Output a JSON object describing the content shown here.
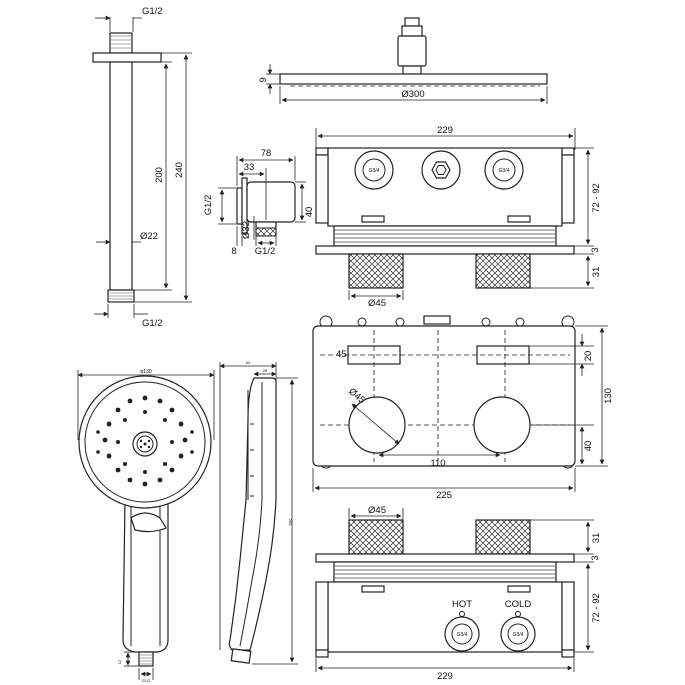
{
  "shower_arm": {
    "thread_top": "G1/2",
    "length_total": "240",
    "length_pipe": "200",
    "diameter": "Ø22",
    "thread_bottom": "G1/2"
  },
  "rain_head": {
    "thickness": "9",
    "diameter": "Ø300"
  },
  "wall_outlet": {
    "width_total": "78",
    "width_inner": "33",
    "thread_left": "G1/2",
    "height": "40",
    "diameter": "Ø32",
    "offset": "8",
    "thread_bottom": "G1/2"
  },
  "valve_top_view": {
    "width": "229",
    "depth": "72 - 92",
    "plate": "3",
    "knob_depth": "31",
    "knob_diameter": "Ø45",
    "port_left": "G3/4",
    "port_right": "G3/4"
  },
  "valve_front_view": {
    "slot_width": "45",
    "slot_height": "20",
    "height": "130",
    "knob_diameter": "Ø45",
    "knob_spacing": "110",
    "bottom_offset": "40",
    "width": "225"
  },
  "valve_bottom_view": {
    "knob_diameter": "Ø45",
    "knob_depth": "31",
    "plate": "3",
    "depth": "72 - 92",
    "hot_label": "HOT",
    "cold_label": "COLD",
    "port_hot": "G3/4",
    "port_cold": "G3/4",
    "width": "229"
  },
  "hand_shower": {
    "face_diameter": "ø130",
    "side_depth": "64",
    "side_neck": "28",
    "length": "265",
    "thread": "G1/2",
    "thread_length": "12"
  }
}
